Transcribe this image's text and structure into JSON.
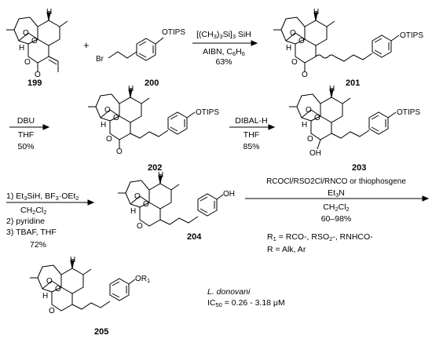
{
  "compounds": {
    "c199": "199",
    "c200": "200",
    "c201": "201",
    "c202": "202",
    "c203": "203",
    "c204": "204",
    "c205": "205"
  },
  "atoms": {
    "O": "O",
    "H": "H",
    "OH": "OH",
    "Br": "Br",
    "OTIPS": "OTIPS",
    "OR1": "OR",
    "OR1_sub": "1"
  },
  "steps": {
    "step1": {
      "reagent_a": "[(CH",
      "reagent_a_sub1": "3",
      "reagent_a_mid": ")",
      "reagent_a_sub2": "3",
      "reagent_a_end": "Si]",
      "reagent_a_sub3": "3",
      "reagent_a_tail": " SiH",
      "line2": "AIBN, C",
      "line2_sub1": "6",
      "line2_mid": "H",
      "line2_sub2": "6",
      "yield": "63%"
    },
    "step2": {
      "reagent": "DBU",
      "solvent": "THF",
      "yield": "50%"
    },
    "step3": {
      "reagent": "DIBAL-H",
      "solvent": "THF",
      "yield": "85%"
    },
    "step4": {
      "l1a": "1) Et",
      "l1s1": "3",
      "l1b": "SiH, BF",
      "l1s2": "3",
      "l1c": "·OEt",
      "l1s3": "2",
      "l2a": "CH",
      "l2s1": "2",
      "l2b": "Cl",
      "l2s2": "2",
      "l3": "2) pyridine",
      "l4": "3) TBAF, THF",
      "yield": "72%"
    },
    "step5": {
      "l1": "RCOCl/RSO2Cl/RNCO or thiophosgene",
      "l2a": "Et",
      "l2s": "3",
      "l2b": "N",
      "l3a": "CH",
      "l3s1": "2",
      "l3b": "Cl",
      "l3s2": "2",
      "yield": "60–98%"
    }
  },
  "definitions": {
    "r1a": "R",
    "r1s": "1",
    "r1b": " = RCO-, RSO",
    "r1s2": "2",
    "r1c": "-, RNHCO-",
    "r2": "R = Alk, Ar"
  },
  "bioactivity": {
    "organism": "L. donovani",
    "ic50_a": "IC",
    "ic50_s": "50",
    "ic50_b": " = 0.26 - 3.18 μM"
  }
}
